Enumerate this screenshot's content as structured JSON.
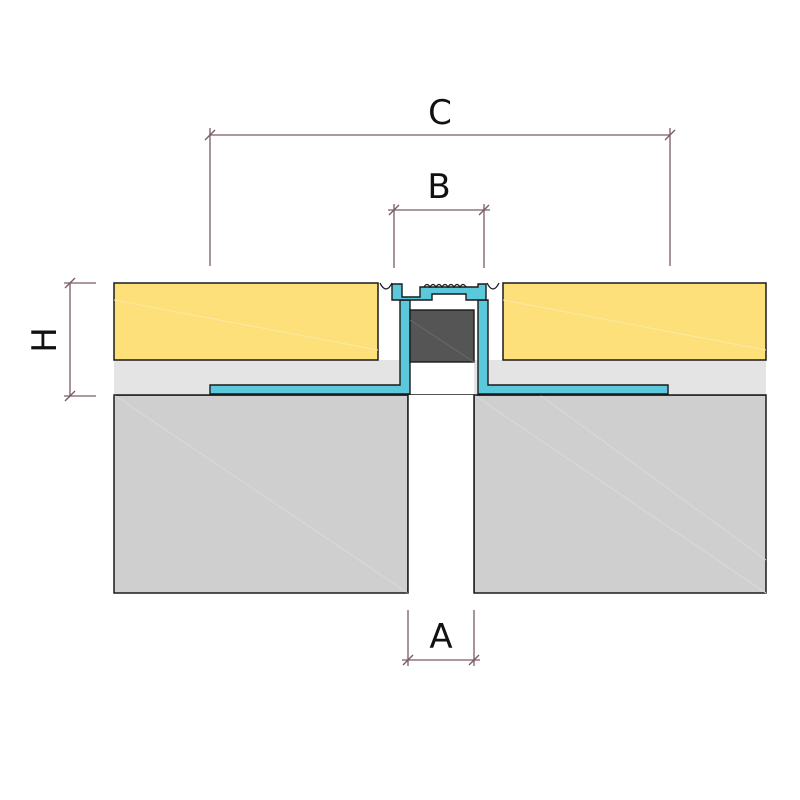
{
  "labels": {
    "a": "A",
    "b": "B",
    "c": "C",
    "h": "H"
  },
  "colors": {
    "background": "#ffffff",
    "substrate": "#cfcfcf",
    "adhesive_bed": "#e4e4e4",
    "tile": "#fde07a",
    "profile": "#5cc8dc",
    "insert": "#555555",
    "outline": "#1a1a1a",
    "dimension": "#7a5a66"
  },
  "icons": {
    "profile": "aluminium-expansion-joint-profile",
    "insert": "elastic-insert"
  }
}
